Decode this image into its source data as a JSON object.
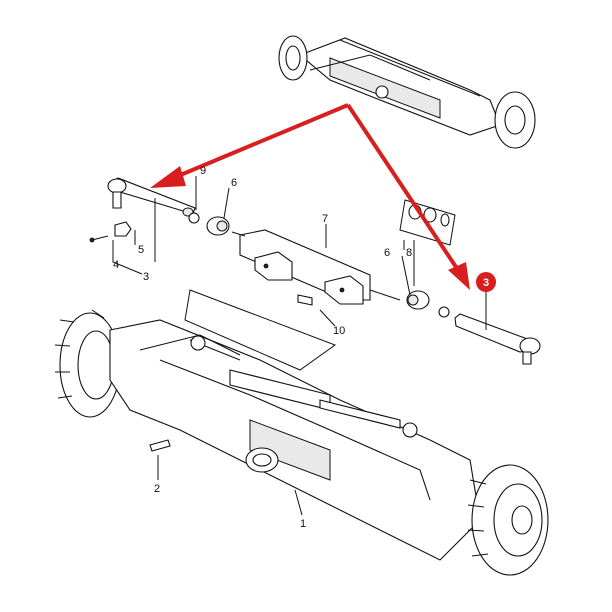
{
  "diagram": {
    "callouts": [
      {
        "id": "c1",
        "text": "1"
      },
      {
        "id": "c2",
        "text": "2"
      },
      {
        "id": "c3",
        "text": "3"
      },
      {
        "id": "c4",
        "text": "4"
      },
      {
        "id": "c5",
        "text": "5"
      },
      {
        "id": "c6a",
        "text": "6"
      },
      {
        "id": "c6b",
        "text": "6"
      },
      {
        "id": "c7",
        "text": "7"
      },
      {
        "id": "c8",
        "text": "8"
      },
      {
        "id": "c9",
        "text": "9"
      },
      {
        "id": "c10",
        "text": "10"
      }
    ],
    "highlight_badge": "3",
    "colors": {
      "arrow": "#d81e1e",
      "badge": "#d81e1e",
      "ink": "#111111"
    }
  }
}
